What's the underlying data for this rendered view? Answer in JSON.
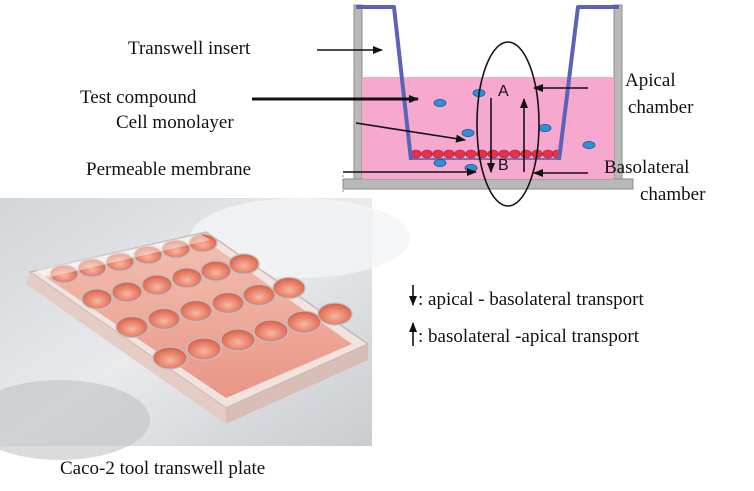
{
  "labels": {
    "transwell_insert": "Transwell insert",
    "test_compound": "Test compound",
    "cell_monolayer": "Cell monolayer",
    "permeable_membrane": "Permeable membrane",
    "apical_1": "Apical",
    "apical_2": "chamber",
    "basolateral_1": "Basolateral",
    "basolateral_2": "chamber",
    "letter_a": "A",
    "letter_b": "B"
  },
  "legend": {
    "down": ": apical - basolateral transport",
    "up": ": basolateral -apical transport"
  },
  "photo_caption": "Caco-2 tool transwell plate",
  "colors": {
    "medium_pink": "#f7a8cf",
    "insert_blue": "#5b63b8",
    "cells_red": "#e8304a",
    "molecule_blue": "#2f8fd8",
    "wall_gray": "#b9b9b9",
    "plate_orange": "#e76a4a"
  }
}
